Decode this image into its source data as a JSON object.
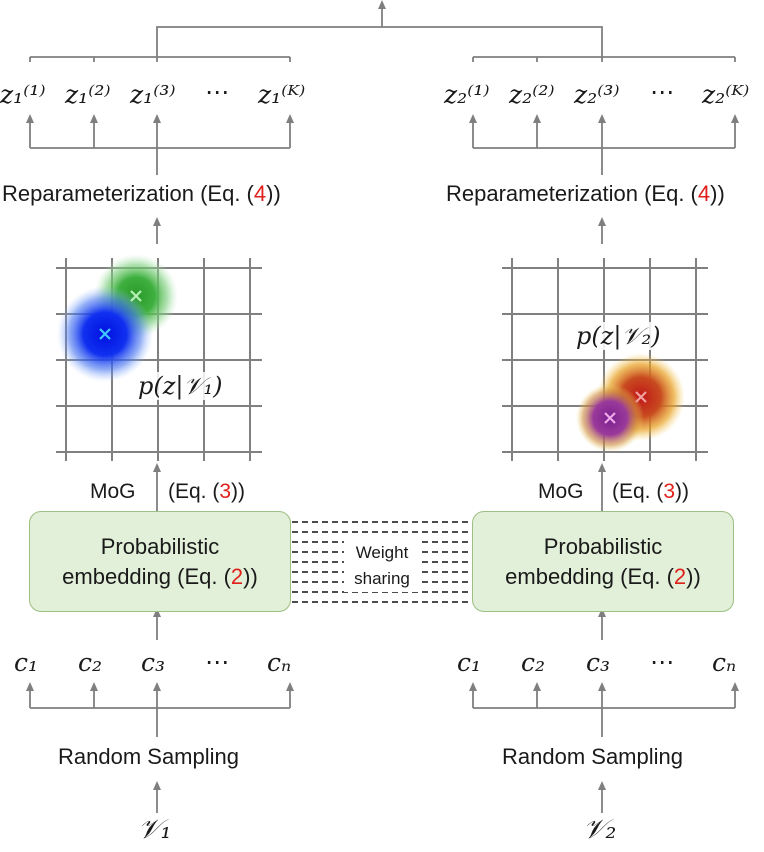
{
  "left": {
    "z_items": [
      "z₁⁽¹⁾",
      "z₁⁽²⁾",
      "z₁⁽³⁾",
      "⋯",
      "z₁⁽ᴷ⁾"
    ],
    "reparam": {
      "text": "Reparameterization (Eq. (",
      "num": "4",
      "end": "))"
    },
    "density_label": "p(z|𝒱₁)",
    "mog": {
      "text": "MoG",
      "eq": "(Eq. (",
      "num": "3",
      "end": "))"
    },
    "embed": {
      "line1": "Probabilistic",
      "line2": "embedding (Eq. (",
      "num": "2",
      "end": "))"
    },
    "c_items": [
      "c₁",
      "c₂",
      "c₃",
      "⋯",
      "cₙ"
    ],
    "sampling": "Random Sampling",
    "input": "𝒱₁"
  },
  "right": {
    "z_items": [
      "z₂⁽¹⁾",
      "z₂⁽²⁾",
      "z₂⁽³⁾",
      "⋯",
      "z₂⁽ᴷ⁾"
    ],
    "reparam": {
      "text": "Reparameterization (Eq. (",
      "num": "4",
      "end": "))"
    },
    "density_label": "p(z|𝒱₂)",
    "mog": {
      "text": "MoG",
      "eq": "(Eq. (",
      "num": "3",
      "end": "))"
    },
    "embed": {
      "line1": "Probabilistic",
      "line2": "embedding (Eq. (",
      "num": "2",
      "end": "))"
    },
    "c_items": [
      "c₁",
      "c₂",
      "c₃",
      "⋯",
      "cₙ"
    ],
    "sampling": "Random Sampling",
    "input": "𝒱₂"
  },
  "weight_sharing": {
    "line1": "Weight",
    "line2": "sharing"
  },
  "colors": {
    "arrow": "#7f7f7f",
    "grid": "#808080",
    "box_fill": "#e2efd9",
    "box_border": "#9cbf83",
    "eq_number": "#e0201a",
    "blob_blue": "#0a1ee6",
    "blob_green": "#3ba83b",
    "blob_red": "#c8301c",
    "blob_purple": "#8a2aa0"
  }
}
